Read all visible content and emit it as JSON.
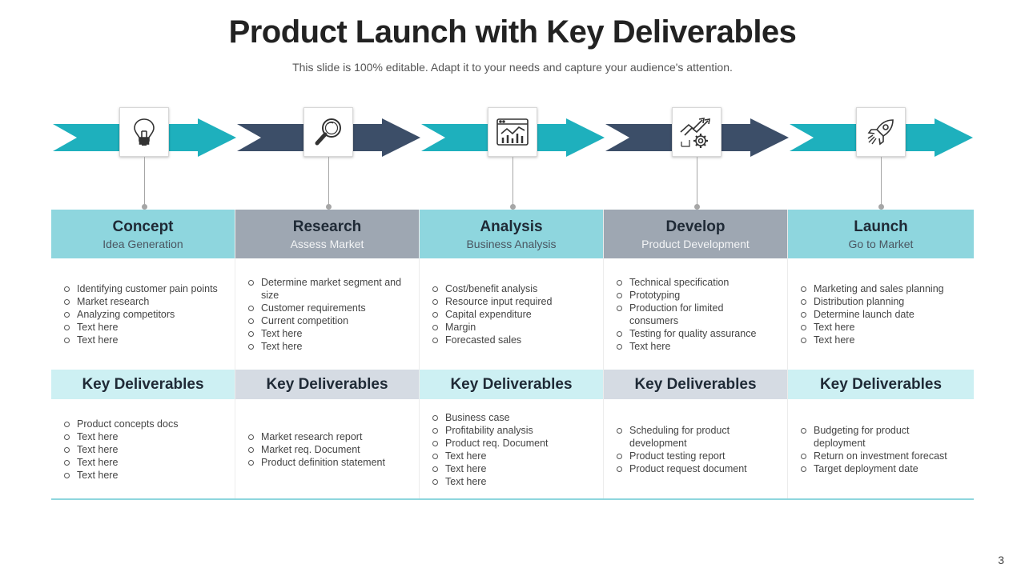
{
  "header": {
    "title": "Product Launch with Key Deliverables",
    "subtitle": "This slide is 100% editable. Adapt it to your needs and capture your audience's attention."
  },
  "colors": {
    "teal_arrow": "#1eb0bd",
    "slate_arrow": "#3c4e68",
    "teal_header": "#8ed6de",
    "slate_header": "#9ea7b2",
    "teal_light": "#cdf0f3",
    "slate_light": "#d5dbe3"
  },
  "stages": [
    {
      "icon": "lightbulb-icon",
      "name": "Concept",
      "subtitle": "Idea Generation",
      "tasks": [
        "Identifying customer pain points",
        "Market research",
        "Analyzing competitors",
        "Text here",
        "Text here"
      ],
      "deliverables_label": "Key Deliverables",
      "deliverables": [
        "Product concepts docs",
        "Text here",
        "Text here",
        "Text here",
        "Text here"
      ]
    },
    {
      "icon": "magnifier-icon",
      "name": "Research",
      "subtitle": "Assess Market",
      "tasks": [
        "Determine market segment and size",
        "Customer requirements",
        "Current competition",
        "Text here",
        "Text here"
      ],
      "deliverables_label": "Key Deliverables",
      "deliverables": [
        "Market research report",
        "Market req. Document",
        "Product definition statement"
      ]
    },
    {
      "icon": "analytics-chart-icon",
      "name": "Analysis",
      "subtitle": "Business Analysis",
      "tasks": [
        "Cost/benefit analysis",
        "Resource input required",
        "Capital expenditure",
        "Margin",
        "Forecasted sales"
      ],
      "deliverables_label": "Key Deliverables",
      "deliverables": [
        "Business case",
        "Profitability analysis",
        "Product req. Document",
        "Text here",
        "Text here",
        "Text here"
      ]
    },
    {
      "icon": "growth-gear-icon",
      "name": "Develop",
      "subtitle": "Product Development",
      "tasks": [
        "Technical specification",
        "Prototyping",
        "Production for limited consumers",
        "Testing for quality assurance",
        "Text here"
      ],
      "deliverables_label": "Key Deliverables",
      "deliverables": [
        "Scheduling for product development",
        "Product testing report",
        "Product request document"
      ]
    },
    {
      "icon": "rocket-icon",
      "name": "Launch",
      "subtitle": "Go to Market",
      "tasks": [
        "Marketing and sales planning",
        "Distribution planning",
        "Determine launch date",
        "Text here",
        "Text here"
      ],
      "deliverables_label": "Key Deliverables",
      "deliverables": [
        "Budgeting for product deployment",
        "Return on investment forecast",
        " Target deployment date"
      ]
    }
  ],
  "footer": {
    "page_number": "3"
  }
}
